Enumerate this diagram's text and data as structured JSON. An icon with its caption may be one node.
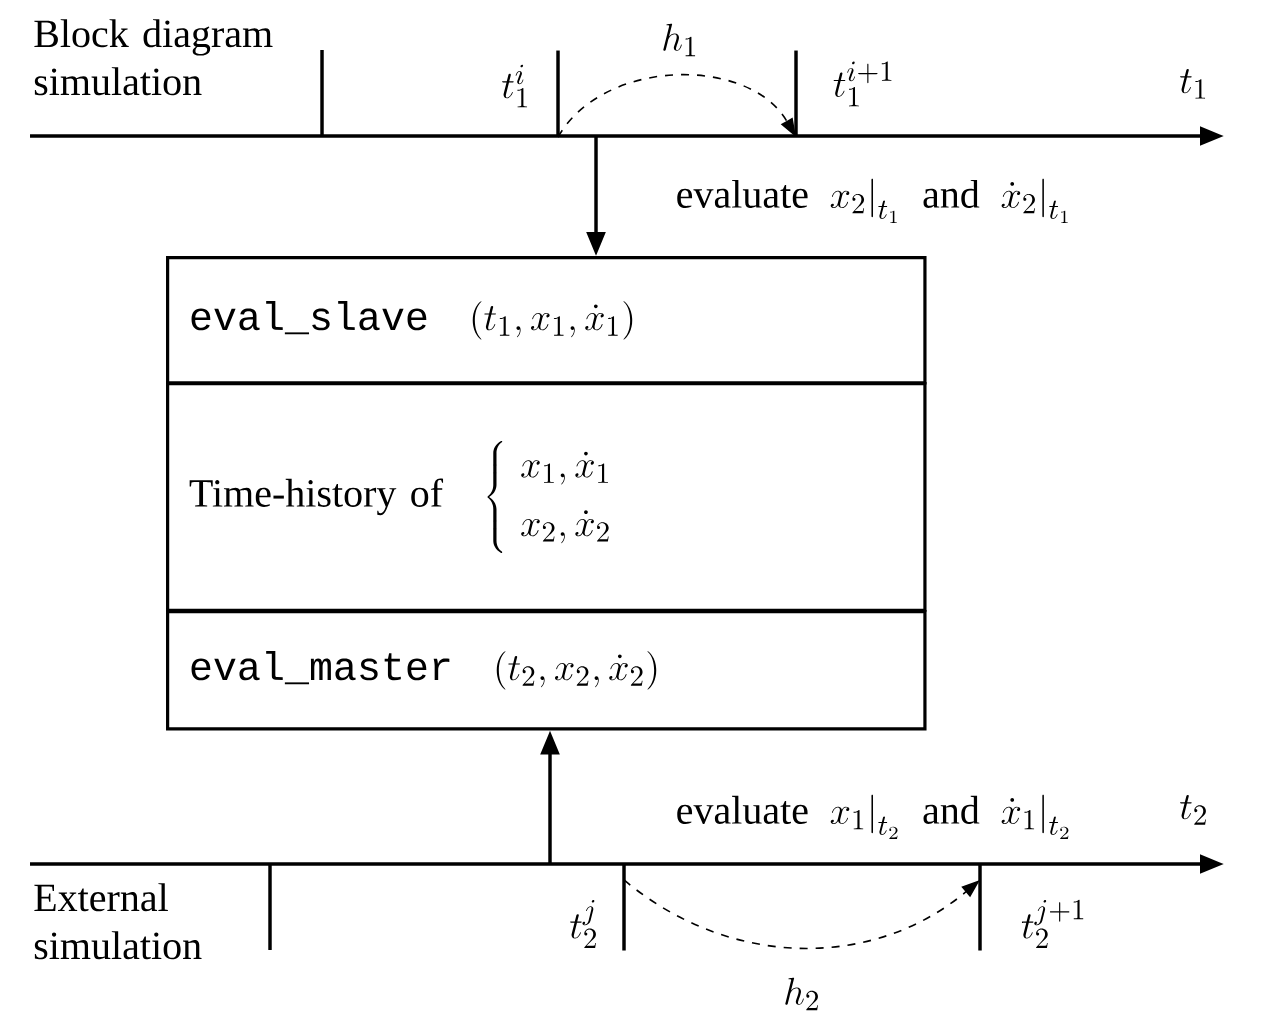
{
  "diagram": {
    "nodes": [
      {
        "text": [
          "eval_slave",
          "\\left(t_1, x_1, \\dot{x}_1\\right)"
        ]
      },
      {
        "text": [
          "Time-history of",
          "\\left\\{\\begin{array}{l} x_1, \\dot{x}_1 \\\\[4pt] x_2, \\dot{x}_2 \\end{array}\\right."
        ]
      },
      {
        "text": [
          "eval_master",
          "\\left(t_2, x_2, \\dot{x}_2\\right)"
        ]
      },
      {
        "text": [],
        "shape": "bar",
        "beside": [
          "t_1^i"
        ]
      },
      {
        "text": [],
        "shape": "bar",
        "beside": [
          "t_1^{i+1}"
        ]
      },
      {
        "text": [],
        "shape": "bar",
        "beside": [
          "t_2^j"
        ]
      },
      {
        "text": [],
        "shape": "bar",
        "beside": [
          "t_2^{j+1}"
        ]
      }
    ],
    "edges": [
      {
        "from": 3,
        "to": 4,
        "arrow": "to",
        "style": "dashed",
        "label": "h_1"
      },
      {
        "from": 5,
        "to": 6,
        "arrow": "to",
        "style": "dashed",
        "label": "h_2"
      },
      {
        "from": null,
        "to": 0,
        "arrow": "to",
        "label": "\\mbox{evaluate }\\; x_2\\Big|_{t_1} \\;\\mbox{ and }\\; \\dot{x}_2\\Big|_{t_1}"
      },
      {
        "from": null,
        "to": 2,
        "arrow": "to",
        "label": "\\mbox{evaluate }\\; x_1\\Big|_{t_2} \\;\\mbox{ and }\\; \\dot{x}_1\\Big|_{t_2}"
      }
    ],
    "labels": [
      "Block diagram simulation",
      "t_1",
      "External simulation",
      "t_2"
    ]
  }
}
